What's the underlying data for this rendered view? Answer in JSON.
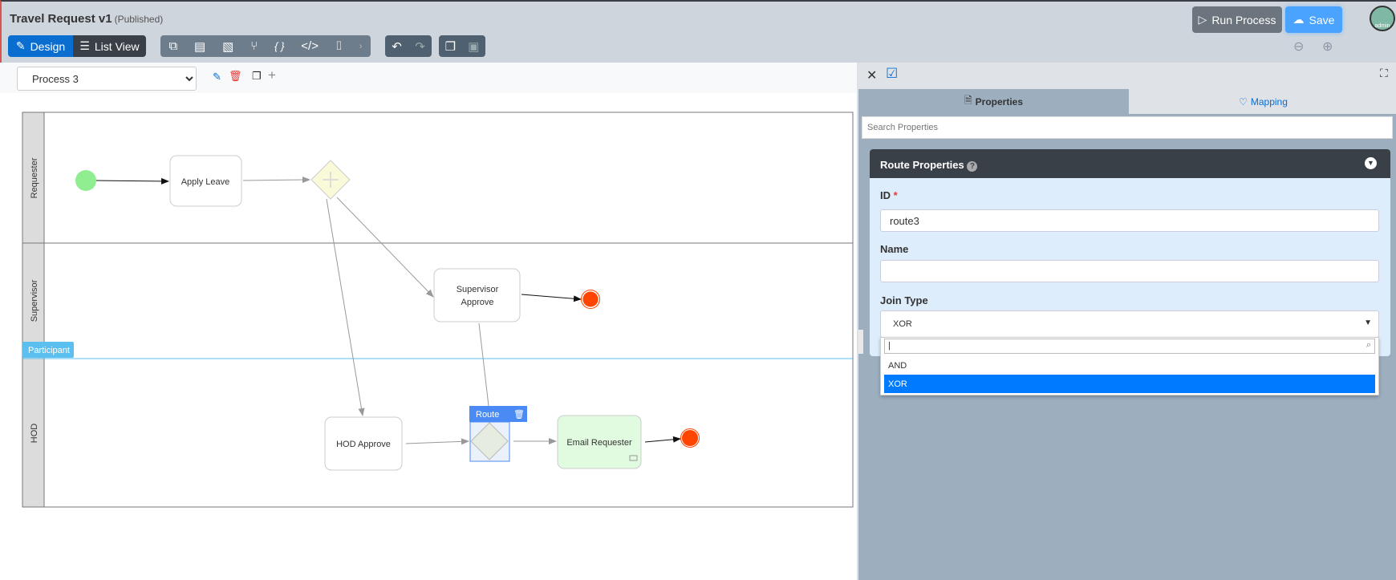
{
  "header": {
    "title": "Travel Request v1",
    "status": "(Published)",
    "run_label": "Run Process",
    "save_label": "Save",
    "avatar_text": "admin"
  },
  "toolbar": {
    "design_label": "Design",
    "list_view_label": "List View"
  },
  "canvas": {
    "process_select": "Process 3"
  },
  "diagram": {
    "lanes": [
      "Requester",
      "Supervisor",
      "HOD"
    ],
    "participant_tag": "Participant",
    "nodes": {
      "apply_leave": "Apply Leave",
      "supervisor_approve_1": "Supervisor",
      "supervisor_approve_2": "Approve",
      "hod_approve": "HOD Approve",
      "email_requester": "Email Requester",
      "route_label": "Route"
    }
  },
  "panel": {
    "tabs": {
      "properties": "Properties",
      "mapping": "Mapping"
    },
    "search_placeholder": "Search Properties",
    "section_title": "Route Properties",
    "id_label": "ID",
    "required_mark": "*",
    "id_value": "route3",
    "name_label": "Name",
    "name_value": "",
    "join_label": "Join Type",
    "join_value": "XOR",
    "options": [
      "AND",
      "XOR"
    ]
  },
  "colors": {
    "primary": "#0069d9",
    "selected": "#007bff",
    "start": "#90ee90",
    "end": "#ff4500"
  }
}
